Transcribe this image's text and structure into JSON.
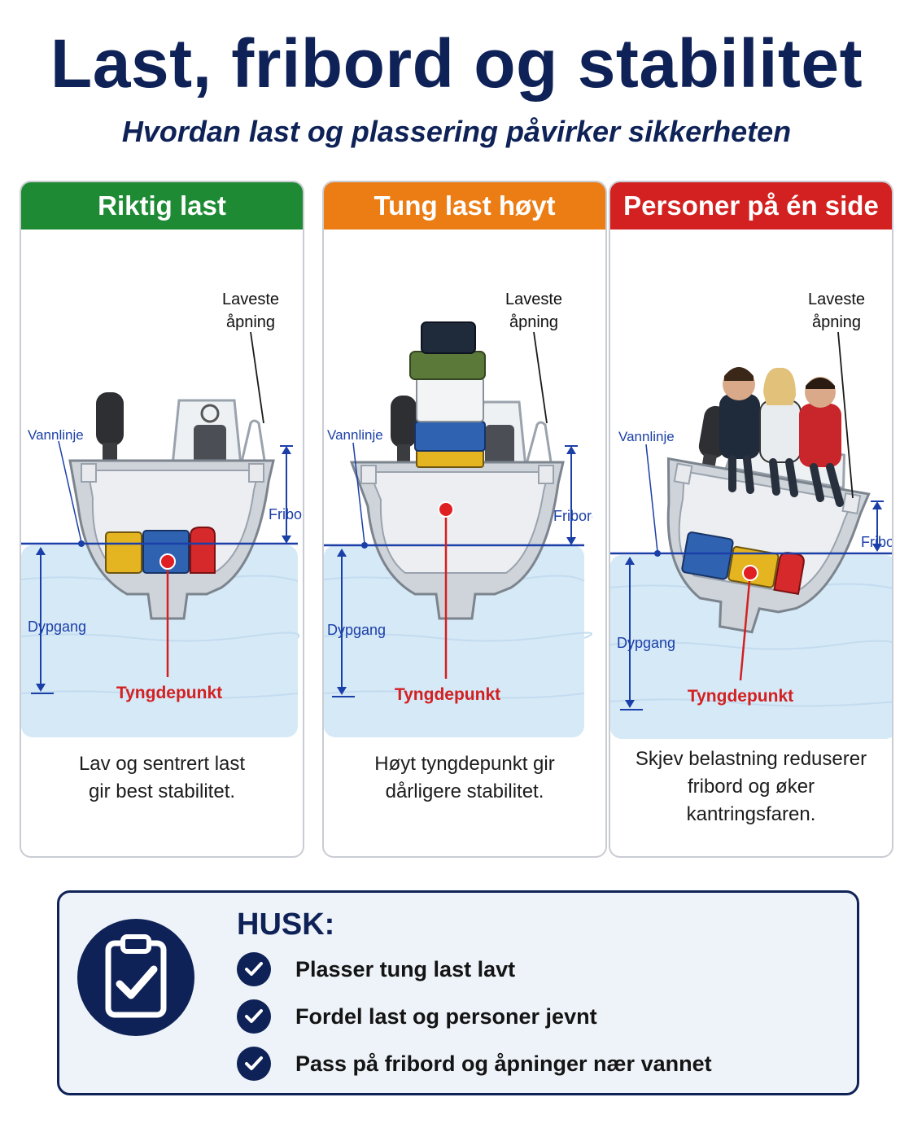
{
  "header": {
    "title": "Last, fribord og stabilitet",
    "subtitle": "Hvordan last og plassering påvirker sikkerheten"
  },
  "colors": {
    "navy": "#0e2257",
    "green": "#1e8b34",
    "orange": "#ec7d14",
    "red": "#d32020",
    "water": "#d6e9f7",
    "waterline": "#1b3fa8"
  },
  "labels": {
    "laveste_line1": "Laveste",
    "laveste_line2": "åpning",
    "vannlinje": "Vannlinje",
    "fribord": "Fribord",
    "dypgang": "Dypgang",
    "tyngdepunkt": "Tyngdepunkt"
  },
  "panels": [
    {
      "title": "Riktig last",
      "color": "#1e8b34",
      "desc_lines": [
        "Lav og sentrert last",
        "gir best stabilitet."
      ]
    },
    {
      "title": "Tung last høyt",
      "color": "#ec7d14",
      "desc_lines": [
        "Høyt tyngdepunkt gir",
        "dårligere stabilitet."
      ]
    },
    {
      "title": "Personer på én side",
      "color": "#d32020",
      "desc_lines": [
        "Skjev belastning reduserer",
        "fribord og øker",
        "kantringsfaren."
      ]
    }
  ],
  "icons": {
    "clipboard": "clipboard-check-icon",
    "check": "check-circle-icon"
  },
  "husk": {
    "title": "HUSK:",
    "items": [
      "Plasser tung last lavt",
      "Fordel last og personer jevnt",
      "Pass på fribord og åpninger nær vannet"
    ]
  }
}
